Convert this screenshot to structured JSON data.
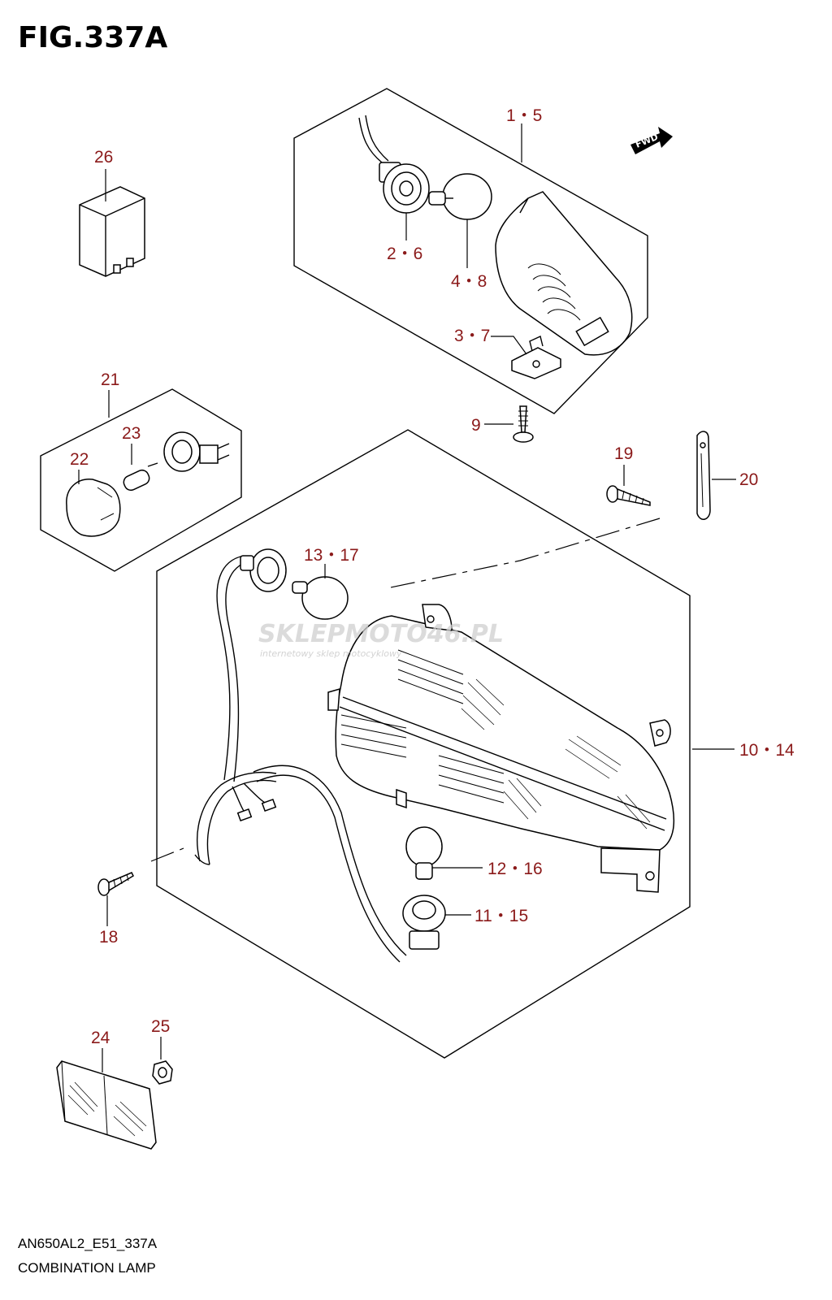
{
  "figure": {
    "title": "FIG.337A",
    "model_code": "AN650AL2_E51_337A",
    "caption": "COMBINATION LAMP"
  },
  "direction_marker": {
    "label": "FWD",
    "icon": "fwd-arrow-icon"
  },
  "watermark": {
    "main": "SKLEPMOTO46.PL",
    "sub": "internetowy sklep motocyklowy"
  },
  "callouts": {
    "c1_5": "1・5",
    "c2_6": "2・6",
    "c3_7": "3・7",
    "c4_8": "4・8",
    "c9": "9",
    "c10_14": "10・14",
    "c11_15": "11・15",
    "c12_16": "12・16",
    "c13_17": "13・17",
    "c18": "18",
    "c19": "19",
    "c20": "20",
    "c21": "21",
    "c22": "22",
    "c23": "23",
    "c24": "24",
    "c25": "25",
    "c26": "26"
  },
  "colors": {
    "callout": "#8b1a1a",
    "line": "#000000",
    "watermark": "#cfcfcf"
  }
}
